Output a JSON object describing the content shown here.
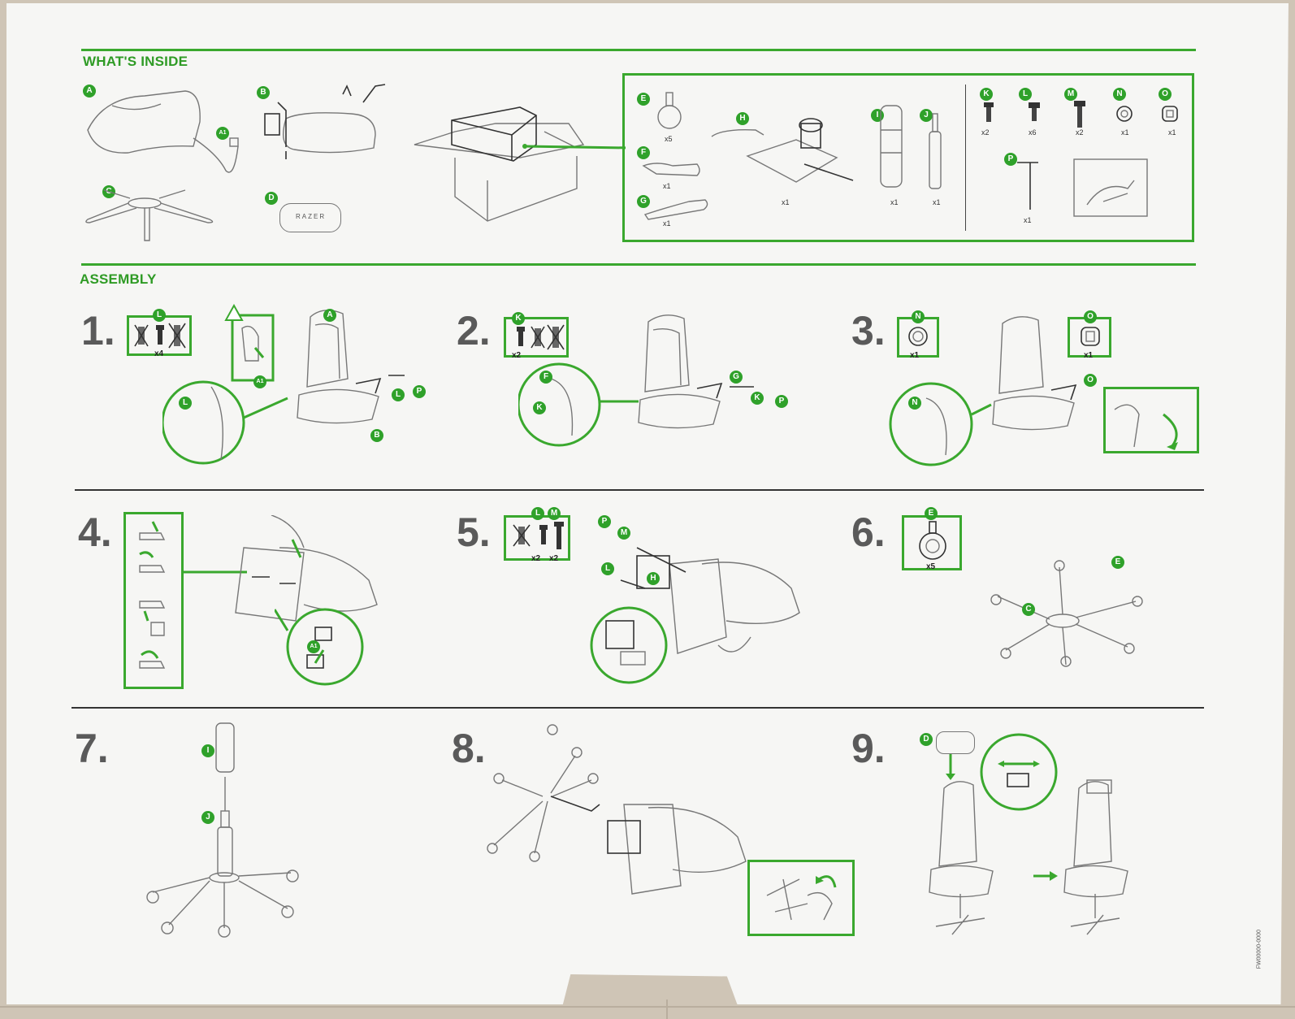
{
  "sections": {
    "whats_inside": "WHAT'S INSIDE",
    "assembly": "ASSEMBLY"
  },
  "parts": {
    "A": "A",
    "A1": "A1",
    "B": "B",
    "C": "C",
    "D": "D",
    "E": "E",
    "F": "F",
    "G": "G",
    "H": "H",
    "I": "I",
    "J": "J",
    "K": "K",
    "L": "L",
    "M": "M",
    "N": "N",
    "O": "O",
    "P": "P"
  },
  "quantities": {
    "E": "x5",
    "F": "x1",
    "G": "x1",
    "H": "x1",
    "I": "x1",
    "J": "x1",
    "K": "x2",
    "L": "x6",
    "M": "x2",
    "N": "x1",
    "O": "x1",
    "P": "x1"
  },
  "bolster_text": "RAZER",
  "steps": {
    "s1": {
      "num": "1.",
      "qty": "x4"
    },
    "s2": {
      "num": "2.",
      "qty": "x2"
    },
    "s3": {
      "num": "3.",
      "qty_n": "x1",
      "qty_o": "x1"
    },
    "s4": {
      "num": "4."
    },
    "s5": {
      "num": "5.",
      "qty_l": "x2",
      "qty_m": "x2"
    },
    "s6": {
      "num": "6.",
      "qty": "x5"
    },
    "s7": {
      "num": "7."
    },
    "s8": {
      "num": "8."
    },
    "s9": {
      "num": "9."
    }
  },
  "doc_code": "FW00000-0000"
}
